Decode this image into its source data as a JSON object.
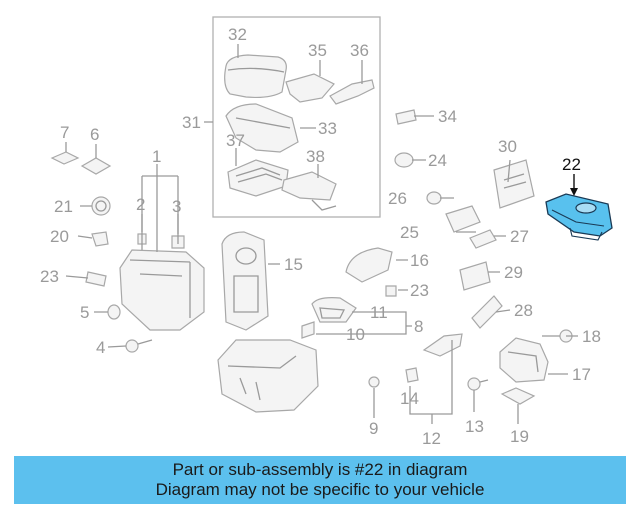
{
  "diagram": {
    "highlight_color": "#58c1ee",
    "highlighted_part": "22",
    "labels": {
      "p1": "1",
      "p2": "2",
      "p3": "3",
      "p4": "4",
      "p5": "5",
      "p6": "6",
      "p7": "7",
      "p8": "8",
      "p9": "9",
      "p10": "10",
      "p11": "11",
      "p12": "12",
      "p13": "13",
      "p14": "14",
      "p15": "15",
      "p16": "16",
      "p17": "17",
      "p18": "18",
      "p19": "19",
      "p20": "20",
      "p21": "21",
      "p22": "22",
      "p23a": "23",
      "p23b": "23",
      "p24": "24",
      "p25": "25",
      "p26": "26",
      "p27": "27",
      "p28": "28",
      "p29": "29",
      "p30": "30",
      "p31": "31",
      "p32": "32",
      "p33": "33",
      "p34": "34",
      "p35": "35",
      "p36": "36",
      "p37": "37",
      "p38": "38"
    }
  },
  "banner": {
    "line1": "Part or sub-assembly is #22 in diagram",
    "line2": "Diagram may not be specific to your vehicle",
    "background": "#5cc0ee"
  }
}
